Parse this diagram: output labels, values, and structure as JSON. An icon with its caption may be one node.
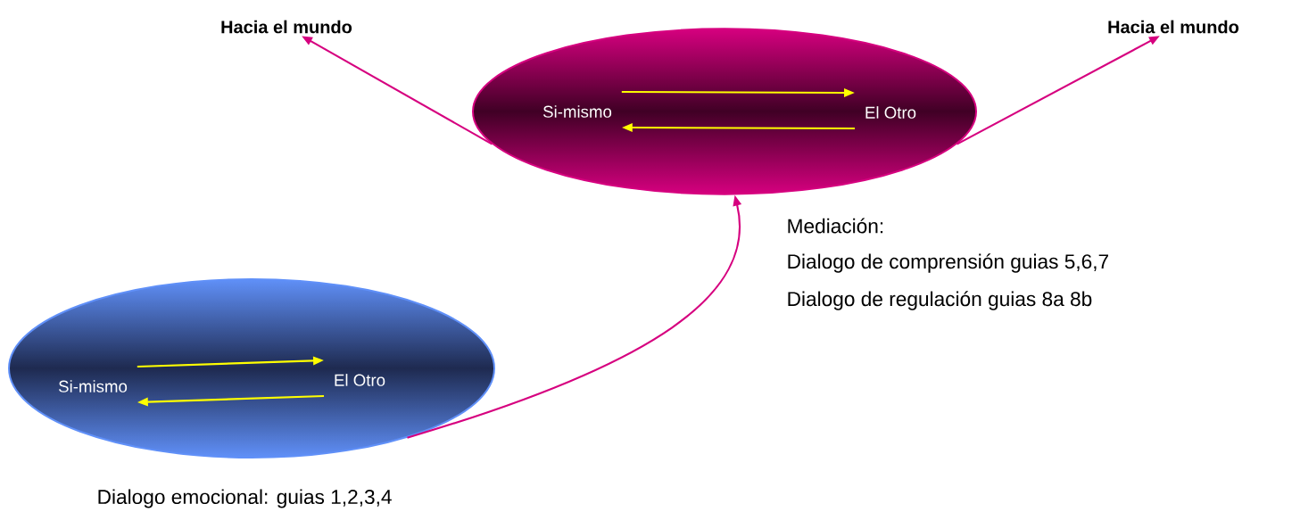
{
  "diagram": {
    "nodes": [
      {
        "text": [],
        "shape": "ellipse"
      },
      {
        "text": [
          "Si-mismo"
        ],
        "in": 0
      },
      {
        "text": [
          "El Otro"
        ],
        "in": 0
      },
      {
        "text": [],
        "shape": "ellipse",
        "beside": [
          "Dialogo emocional: guias 1,2,3,4"
        ]
      },
      {
        "text": [
          "Si-mismo"
        ],
        "in": 3
      },
      {
        "text": [
          "El Otro"
        ],
        "in": 3
      },
      {
        "text": [
          "Hacia el mundo"
        ]
      },
      {
        "text": [
          "Hacia el mundo"
        ]
      }
    ],
    "edges": [
      {
        "from": 1,
        "to": 2,
        "arrow": "to",
        "color": "#ffff00"
      },
      {
        "from": 2,
        "to": 1,
        "arrow": "to",
        "color": "#ffff00"
      },
      {
        "from": 4,
        "to": 5,
        "arrow": "to",
        "color": "#ffff00"
      },
      {
        "from": 5,
        "to": 4,
        "arrow": "to",
        "color": "#ffff00"
      },
      {
        "from": 3,
        "to": 0,
        "arrow": "to",
        "color": "#d6007f"
      },
      {
        "from": 0,
        "to": 6,
        "arrow": "to",
        "color": "#d6007f"
      },
      {
        "from": 0,
        "to": 7,
        "arrow": "to",
        "color": "#d6007f"
      }
    ],
    "labels": [
      "Mediación:",
      "Dialogo de comprensión guias 5,6,7",
      "Dialogo de regulación guias 8a 8b"
    ]
  }
}
